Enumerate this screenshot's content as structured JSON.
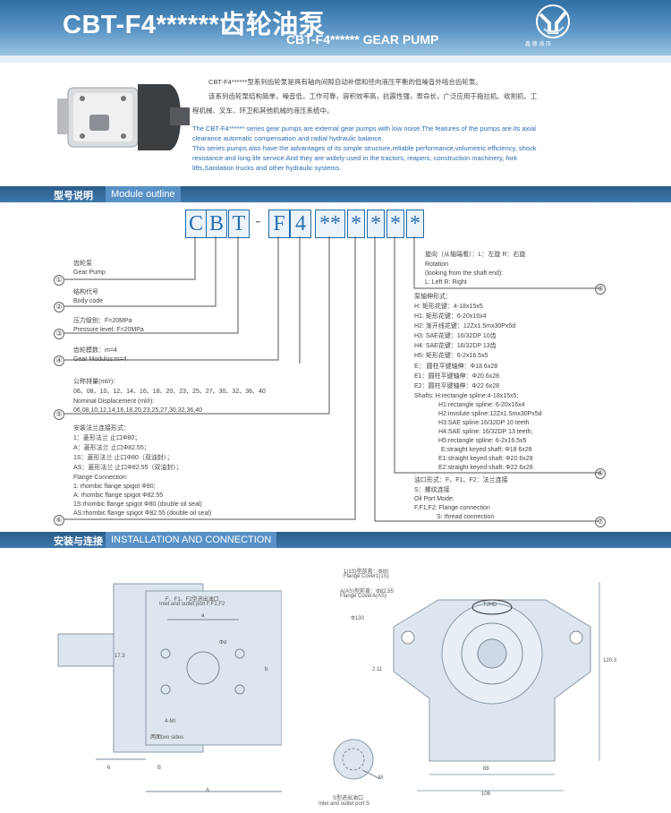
{
  "header": {
    "title": "CBT-F4******齿轮油泵",
    "subtitle": "CBT-F4****** GEAR PUMP",
    "logo_caption": "鑫 德 液 压"
  },
  "intro": {
    "cn_1": "CBT-F4******型系列齿轮泵是具有轴向间隙自动补偿和径向液压平衡的低噪音外啮合齿轮泵。",
    "cn_2": "该系列齿轮泵结构简单，噪音低，工作可靠，容积效率高，抗震性强，寿命长，广泛应用于拖拉机、收割机、工",
    "cn_3": "程机械、叉车、环卫和其他机械的液压系统中。",
    "en_1": "The CBT-F4****** series gear pumps are external gear pumps with low noise.The features of the pumps are its axial",
    "en_2": "clearance automatic compensation and radial hydraulic balance.",
    "en_3": "This series pumps also have the advantages of its simple structure,reliable performance,volumetric efficiency, shock",
    "en_4": "resistance and long life service.And they are widely used in the tractors, reapers, construction machinery, fork",
    "en_5": "lifts,Sanitation trucks and other hydraulic systems."
  },
  "sections": {
    "module": {
      "cn": "型号说明",
      "en": "Module outline"
    },
    "install": {
      "cn": "安装与连接",
      "en": "INSTALLATION  AND CONNECTION"
    }
  },
  "code": {
    "c1": "C",
    "c2": "B",
    "c3": "T",
    "dash": "-",
    "c4": "F",
    "c5": "4",
    "s1": "**",
    "s2": "*",
    "s3": "*",
    "s4": "*",
    "s5": "*"
  },
  "left_labels": {
    "l1_cn": "齿轮泵",
    "l1_en": "Gear Pump",
    "l2_cn": "结构代号",
    "l2_en": "Body code",
    "l3_cn": "压力级别：F=20MPa",
    "l3_en": "Pressure level: F=20MPa",
    "l4_cn": "齿轮模数：m=4",
    "l4_en": "Gear Modulus:m=4",
    "l5_cn1": "公称排量(ml/r):",
    "l5_cn2": "06、08、10、12、14、16、18、20、23、25、27、30、32、36、40",
    "l5_en1": "Nominal Displacement (ml/r):",
    "l5_en2": "06,08,10,12,14,16,18,20,23,25,27,30,32,36,40",
    "l6_cn0": "安装法兰连接形式：",
    "l6_cn1": "1：菱形法兰  止口Φ80；",
    "l6_cn2": "A：菱形法兰  止口Φ82.55；",
    "l6_cn3": "1S：菱形法兰  止口Φ80（双油封）；",
    "l6_cn4": "AS：菱形法兰  止口Φ82.55（双油封）；",
    "l6_en0": "Flange Connection:",
    "l6_en1": "1: rhombic flange spigot Φ80;",
    "l6_en2": "A: rhombic flange  spigot Φ82.55",
    "l6_en3": "1S:rhombic flange spigot Φ80  (double oil seal)",
    "l6_en4": "AS:rhombic flange spigot Φ82.55  (double oil seal)"
  },
  "right_labels": {
    "r9_1": "旋向（从轴端看）：L：左旋  R：右旋",
    "r9_2": "Rotation",
    "r9_3": "(looking from the shaft end):",
    "r9_4": "L: Left   R: Right",
    "r8_0": "泵轴伸形式：",
    "r8_1": "H:  矩形花键：4-18x15x5",
    "r8_2": "H1:  矩形花键：6-20x16x4",
    "r8_3": "H2:  渐开线花键：12Zx1.5mx30Px5d",
    "r8_4": "H3:  SAE花键：16/32DP 10齿",
    "r8_5": "H4:  SAE花键：16/32DP 13齿",
    "r8_6": "H5:  矩形花键：6-2x16.5x5",
    "r8_7": "E：  圆柱平键轴伸：Φ18 6x28",
    "r8_8": "E1：圆柱平键轴伸：Φ20 6x28",
    "r8_9": "E2：圆柱平键轴伸：Φ22  6x28",
    "r8_10": "Shafts: H:rectangle spline:4-18x15x5;",
    "r8_11": "H1:rectangle spline: 6-20x16x4",
    "r8_12": "H2:involute spline:12Zx1.5mx30Px5d",
    "r8_13": "H3:SAE spline:16/32DP 10 teeth",
    "r8_14": "H4:SAE spline: 16/32DP 13 teeth;",
    "r8_15": "H5:rectangle spline: 6-2x16.5x5",
    "r8_16": "E:straight keyed shaft: Φ18 6x28",
    "r8_17": "E1:straight keyed shaft: Φ20 6x28",
    "r8_18": "E2:straight keyed shaft: Φ22  6x28",
    "r7_1": "油口形式：F、F1、F2：法兰连接",
    "r7_2": "S：螺纹连接",
    "r7_3": "Oil Port Mode:",
    "r7_4": "F,F1,F2: Flange connection",
    "r7_5": "S: thread connection"
  },
  "numbers": {
    "n1": "①",
    "n2": "②",
    "n3": "③",
    "n4": "④",
    "n5": "⑤",
    "n6": "⑥",
    "n7": "⑦",
    "n8": "⑧",
    "n9": "⑨"
  },
  "drawing": {
    "port_cn": "F、F1、F2型进出油口",
    "port_en": "Inlet and outlet port F,F1,F2",
    "a": "a",
    "phi_d": "Φd",
    "b": "b",
    "dim_173": "17.3",
    "mi_1": "4-MI",
    "mi_2": "两面two sides",
    "dim_6": "6",
    "dim_B": "B",
    "dim_A": "A",
    "flange1_cn": "1(1S)型前盖：Φ80",
    "flange1_en": "Flange Cover1(1S)",
    "flangeA_cn": "A(AS)型前盖：Φ82.55",
    "flangeA_en": "Flange CoverA(AS)",
    "phi130": "Φ130",
    "tjhd": "TJHD",
    "dim_211": "2.11",
    "dim_1203": "120.3",
    "dim_88": "88",
    "dim_106": "106",
    "M": "M",
    "sport_cn": "S型进出油口",
    "sport_en": "Inlet and outlet port S"
  }
}
